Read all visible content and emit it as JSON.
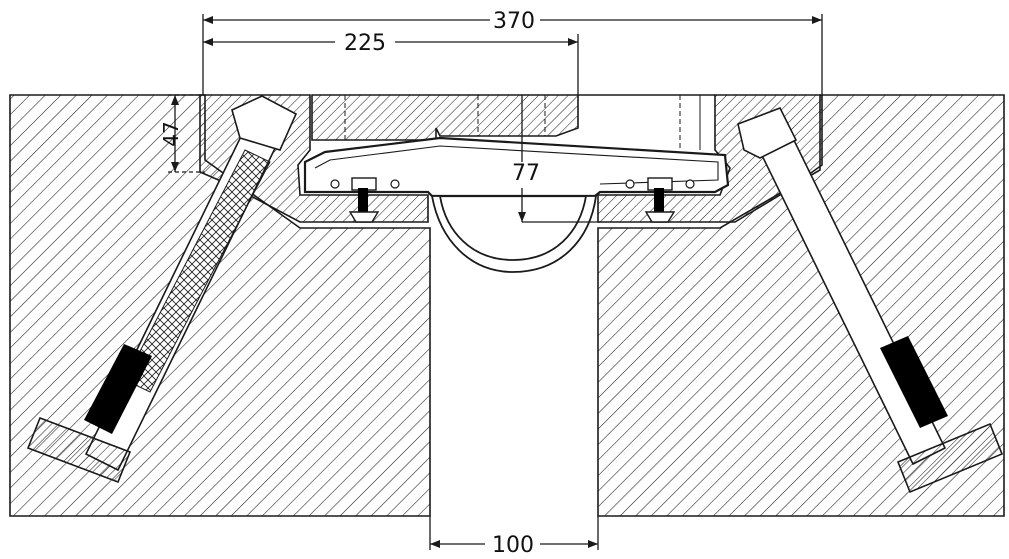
{
  "drawing": {
    "dimensions": {
      "overall_width": "370",
      "plate_width": "225",
      "plate_thickness": "47",
      "depth": "77",
      "gap": "100"
    }
  },
  "colors": {
    "line": "#1a1a1a",
    "background": "#ffffff",
    "fill_solid": "#000000"
  }
}
